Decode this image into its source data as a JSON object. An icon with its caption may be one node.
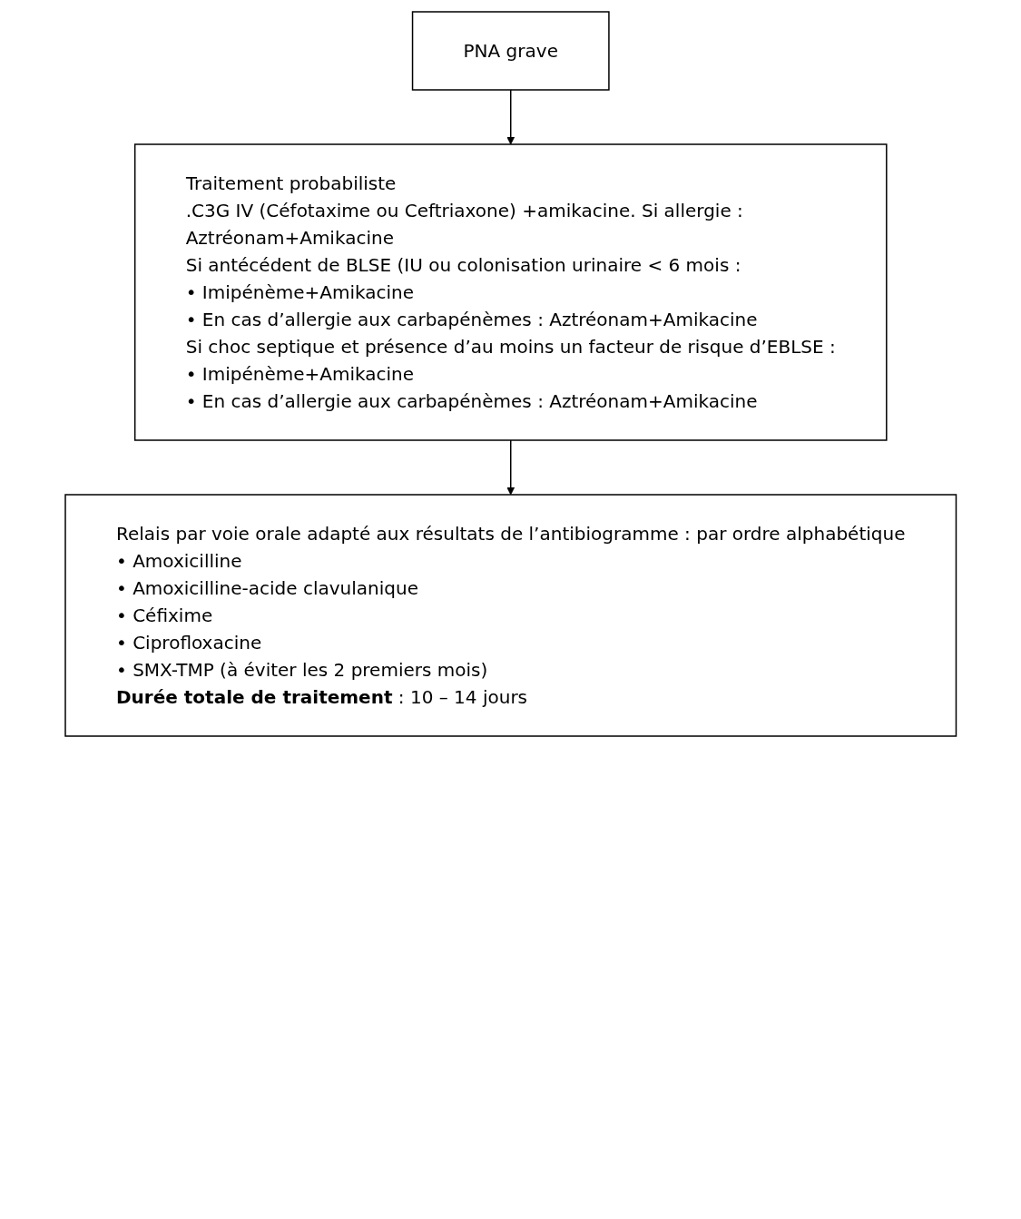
{
  "diagram": {
    "nodes": [
      {
        "text": [
          "PNA grave"
        ]
      },
      {
        "text": [
          "Traitement probabiliste",
          ".C3G IV (Céfotaxime ou Ceftriaxone) +amikacine. Si allergie :",
          "Aztréonam+Amikacine",
          "Si antécédent de BLSE (IU ou colonisation urinaire < 6 mois :",
          "• Imipénème+Amikacine",
          "• En cas d’allergie aux carbapénèmes : Aztréonam+Amikacine",
          "Si choc septique et présence d’au moins un facteur de risque d’EBLSE :",
          "• Imipénème+Amikacine",
          "• En cas d’allergie aux carbapénèmes : Aztréonam+Amikacine"
        ]
      },
      {
        "text": [
          "Relais par voie orale adapté aux résultats de l’antibiogramme : par ordre alphabétique",
          "• Amoxicilline",
          "• Amoxicilline-acide clavulanique",
          "• Céfixime",
          "• Ciprofloxacine",
          "• SMX-TMP (à éviter les 2 premiers mois)",
          "**Durée totale de traitement** : 10 – 14 jours"
        ]
      }
    ],
    "edges": [
      {
        "from": 0,
        "to": 1,
        "arrow": "to"
      },
      {
        "from": 1,
        "to": 2,
        "arrow": "to"
      }
    ]
  }
}
